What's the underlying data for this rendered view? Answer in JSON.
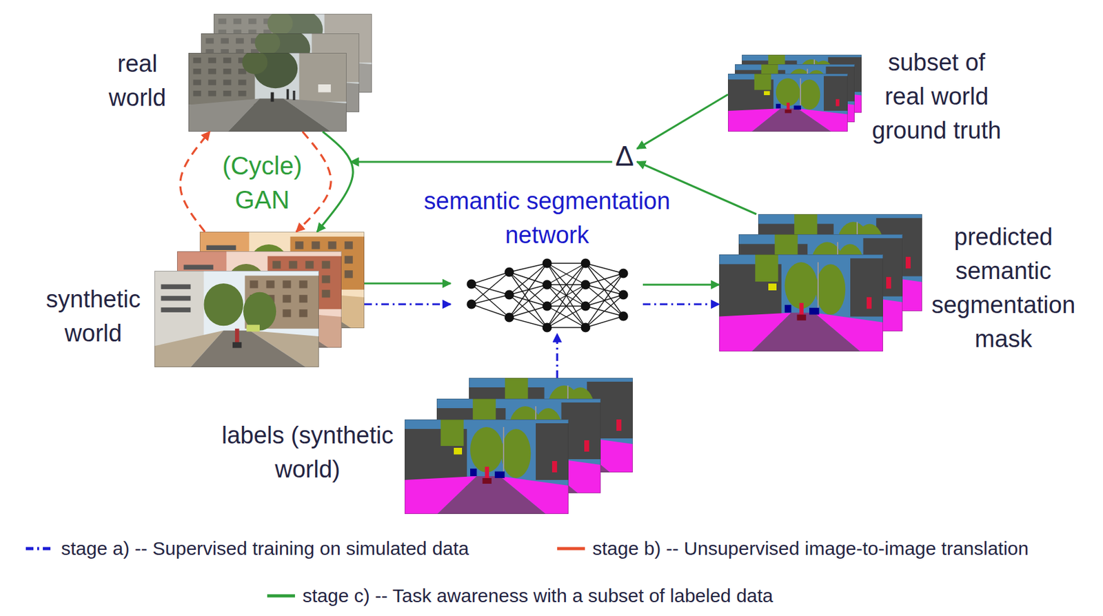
{
  "diagram": {
    "nodes": [
      {
        "text": [
          "real world"
        ]
      },
      {
        "text": [
          "(Cycle) GAN"
        ]
      },
      {
        "text": [
          "subset of real world ground truth"
        ]
      },
      {
        "text": [
          "Δ"
        ]
      },
      {
        "text": [
          "synthetic world"
        ]
      },
      {
        "text": [
          "semantic segmentation network"
        ]
      },
      {
        "text": [
          "predicted semantic segmentation mask"
        ]
      },
      {
        "text": [
          "labels (synthetic world)"
        ]
      }
    ],
    "edges": [
      {
        "from": 4,
        "to": 0,
        "arrow": "to"
      },
      {
        "from": 0,
        "to": 4,
        "arrow": "to"
      },
      {
        "from": 0,
        "to": 4,
        "arrow": "to"
      },
      {
        "from": 3,
        "to": 1,
        "arrow": "to"
      },
      {
        "from": 2,
        "to": 3,
        "arrow": "to"
      },
      {
        "from": 6,
        "to": 3,
        "arrow": "to"
      },
      {
        "from": 4,
        "to": 5,
        "arrow": "to"
      },
      {
        "from": 4,
        "to": 5,
        "arrow": "to"
      },
      {
        "from": 5,
        "to": 6,
        "arrow": "to"
      },
      {
        "from": 5,
        "to": 6,
        "arrow": "to"
      },
      {
        "from": 7,
        "to": 5,
        "arrow": "to"
      }
    ],
    "legend": [
      {
        "text": "stage a) -- Supervised training on simulated data",
        "color": "#1c1cd6"
      },
      {
        "text": "stage b) -- Unsupervised image-to-image translation",
        "color": "#e8502e"
      },
      {
        "text": "stage c) -- Task awareness with a subset of labeled data",
        "color": "#2e9e3a"
      }
    ]
  }
}
